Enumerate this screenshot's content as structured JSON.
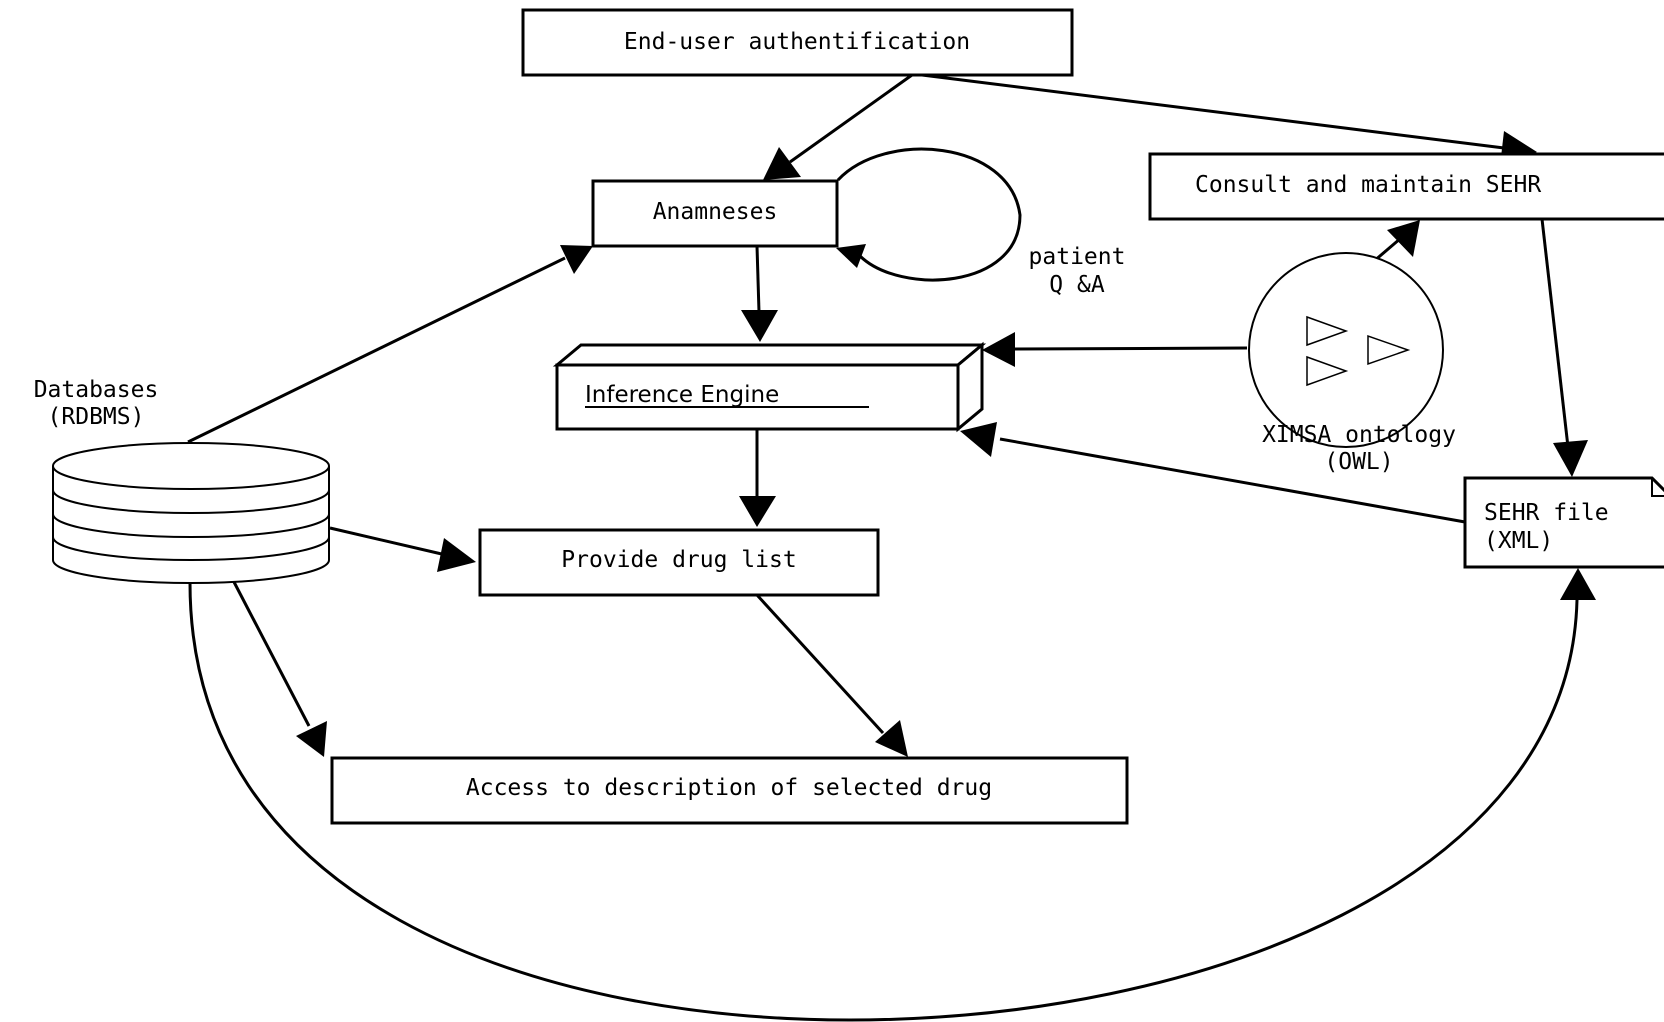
{
  "diagram": {
    "nodes": {
      "auth": "End-user authentification",
      "anamneses": "Anamneses",
      "consult": "Consult and maintain SEHR",
      "inference": "Inference Engine",
      "druglist": "Provide drug list",
      "access": "Access to description of selected drug",
      "databases": {
        "line1": "Databases",
        "line2": "(RDBMS)"
      },
      "ontology": {
        "line1": "XIMSA ontology",
        "line2": "(OWL)"
      },
      "sehr_file": {
        "line1": "SEHR file",
        "line2": "(XML)"
      }
    },
    "loop_label": {
      "line1": "patient",
      "line2": "Q &A"
    }
  }
}
